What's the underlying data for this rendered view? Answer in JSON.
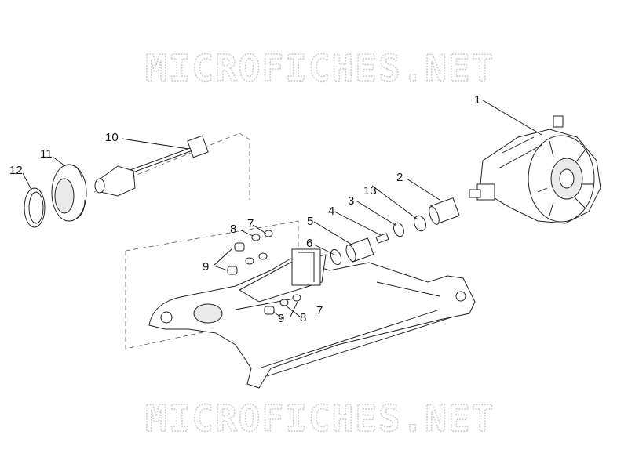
{
  "watermark": {
    "top": "MICROFICHES.NET",
    "bottom": "MICROFICHES.NET"
  },
  "callouts": {
    "c1": "1",
    "c2": "2",
    "c3": "3",
    "c4": "4",
    "c5": "5",
    "c6": "6",
    "c7a": "7",
    "c7b": "7",
    "c8a": "8",
    "c8b": "8",
    "c9a": "9",
    "c9b": "9",
    "c10": "10",
    "c11": "11",
    "c12": "12",
    "c13": "13"
  }
}
